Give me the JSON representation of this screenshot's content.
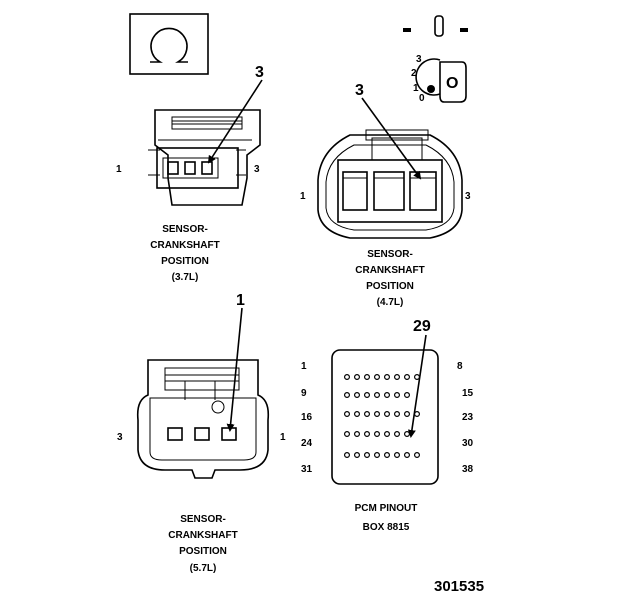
{
  "top_symbols": {
    "ohm_icon": "ohmmeter",
    "key_icon": "ignition-key",
    "key_positions": [
      "3",
      "2",
      "1",
      "0"
    ],
    "key_letter": "O"
  },
  "connector_37": {
    "callout": "3",
    "pin_left": "1",
    "pin_right": "3",
    "label_lines": [
      "SENSOR-",
      "CRANKSHAFT",
      "POSITION",
      "(3.7L)"
    ]
  },
  "connector_47": {
    "callout": "3",
    "pin_left": "1",
    "pin_right": "3",
    "label_lines": [
      "SENSOR-",
      "CRANKSHAFT",
      "POSITION",
      "(4.7L)"
    ]
  },
  "connector_57": {
    "callout": "1",
    "pin_left": "3",
    "pin_right": "1",
    "label_lines": [
      "SENSOR-",
      "CRANKSHAFT",
      "POSITION",
      "(5.7L)"
    ]
  },
  "pcm": {
    "callout": "29",
    "left_pins": [
      "1",
      "9",
      "16",
      "24",
      "31"
    ],
    "right_pins": [
      "8",
      "15",
      "23",
      "30",
      "38"
    ],
    "label_lines": [
      "PCM PINOUT",
      "BOX 8815"
    ]
  },
  "figure_number": "301535"
}
